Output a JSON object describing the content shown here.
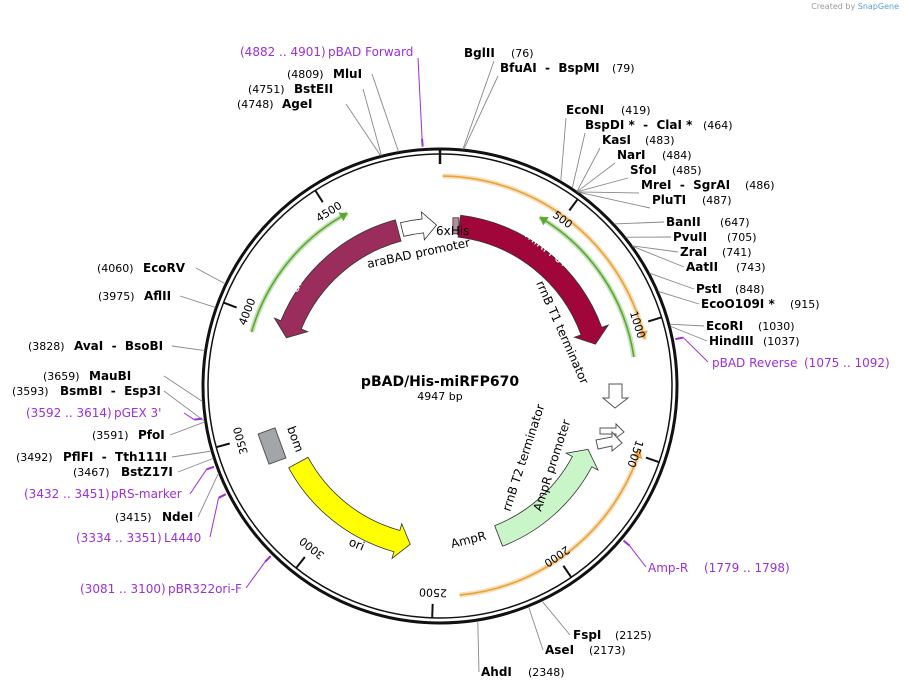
{
  "credit": {
    "prefix": "Created by",
    "brand": "SnapGene"
  },
  "plasmid": {
    "name": "pBAD/His-miRFP670",
    "length_label": "4947 bp",
    "length": 4947
  },
  "ticks": [
    {
      "pos": 500,
      "label": "500"
    },
    {
      "pos": 1000,
      "label": "1000"
    },
    {
      "pos": 1500,
      "label": "1500"
    },
    {
      "pos": 2000,
      "label": "2000"
    },
    {
      "pos": 2500,
      "label": "2500"
    },
    {
      "pos": 3000,
      "label": "3000"
    },
    {
      "pos": 3500,
      "label": "3500"
    },
    {
      "pos": 4000,
      "label": "4000"
    },
    {
      "pos": 4500,
      "label": "4500"
    }
  ],
  "enzymes": [
    {
      "name": "BglII",
      "pos": "(76)"
    },
    {
      "name": "BfuAI  -  BspMI",
      "pos": "(79)"
    },
    {
      "name": "EcoNI",
      "pos": "(419)"
    },
    {
      "name": "BspDI *  -  ClaI *",
      "pos": "(464)"
    },
    {
      "name": "KasI",
      "pos": "(483)"
    },
    {
      "name": "NarI",
      "pos": "(484)"
    },
    {
      "name": "SfoI",
      "pos": "(485)"
    },
    {
      "name": "MreI  -  SgrAI",
      "pos": "(486)"
    },
    {
      "name": "PluTI",
      "pos": "(487)"
    },
    {
      "name": "BanII",
      "pos": "(647)"
    },
    {
      "name": "PvuII",
      "pos": "(705)"
    },
    {
      "name": "ZraI",
      "pos": "(741)"
    },
    {
      "name": "AatII",
      "pos": "(743)"
    },
    {
      "name": "PstI",
      "pos": "(848)"
    },
    {
      "name": "EcoO109I *",
      "pos": "(915)"
    },
    {
      "name": "EcoRI",
      "pos": "(1030)"
    },
    {
      "name": "HindIII",
      "pos": "(1037)"
    },
    {
      "name": "FspI",
      "pos": "(2125)"
    },
    {
      "name": "AseI",
      "pos": "(2173)"
    },
    {
      "name": "AhdI",
      "pos": "(2348)"
    },
    {
      "name": "NdeI",
      "pos": "(3415)"
    },
    {
      "name": "BstZ17I",
      "pos": "(3467)"
    },
    {
      "name": "PflFI  -  Tth111I",
      "pos": "(3492)"
    },
    {
      "name": "PfoI",
      "pos": "(3591)"
    },
    {
      "name": "BsmBI  -  Esp3I",
      "pos": "(3593)"
    },
    {
      "name": "MauBI",
      "pos": "(3659)"
    },
    {
      "name": "AvaI  -  BsoBI",
      "pos": "(3828)"
    },
    {
      "name": "AflII",
      "pos": "(3975)"
    },
    {
      "name": "EcoRV",
      "pos": "(4060)"
    },
    {
      "name": "AgeI",
      "pos": "(4748)"
    },
    {
      "name": "BstEII",
      "pos": "(4751)"
    },
    {
      "name": "MluI",
      "pos": "(4809)"
    }
  ],
  "primers": [
    {
      "name": "pBAD Forward",
      "range": "(4882 .. 4901)"
    },
    {
      "name": "pBAD Reverse",
      "range": "(1075 .. 1092)"
    },
    {
      "name": "Amp-R",
      "range": "(1779 .. 1798)"
    },
    {
      "name": "pBR322ori-F",
      "range": "(3081 .. 3100)"
    },
    {
      "name": "L4440",
      "range": "(3334 .. 3351)"
    },
    {
      "name": "pRS-marker",
      "range": "(3432 .. 3451)"
    },
    {
      "name": "pGEX 3'",
      "range": "(3592 .. 3614)"
    }
  ],
  "features": {
    "mirfp": "miRFP670",
    "arac": "araC",
    "ori": "ori",
    "amp": "AmpR",
    "his": "6xHis",
    "ara_promoter": "araBAD promoter",
    "rrnb_t1": "rrnB T1 terminator",
    "rrnb_t2": "rrnB T2 terminator",
    "amp_promoter": "AmpR promoter",
    "bom": "bom"
  },
  "colors": {
    "mirfp": "#a0063a",
    "arac": "#9a2d5c",
    "ori": "#ffff00",
    "amp": "#c9f5c9",
    "primer": "#9b30d9",
    "orf_orange": "#e8a33a",
    "orf_green": "#5aa832",
    "bom": "#a2a6aa"
  }
}
